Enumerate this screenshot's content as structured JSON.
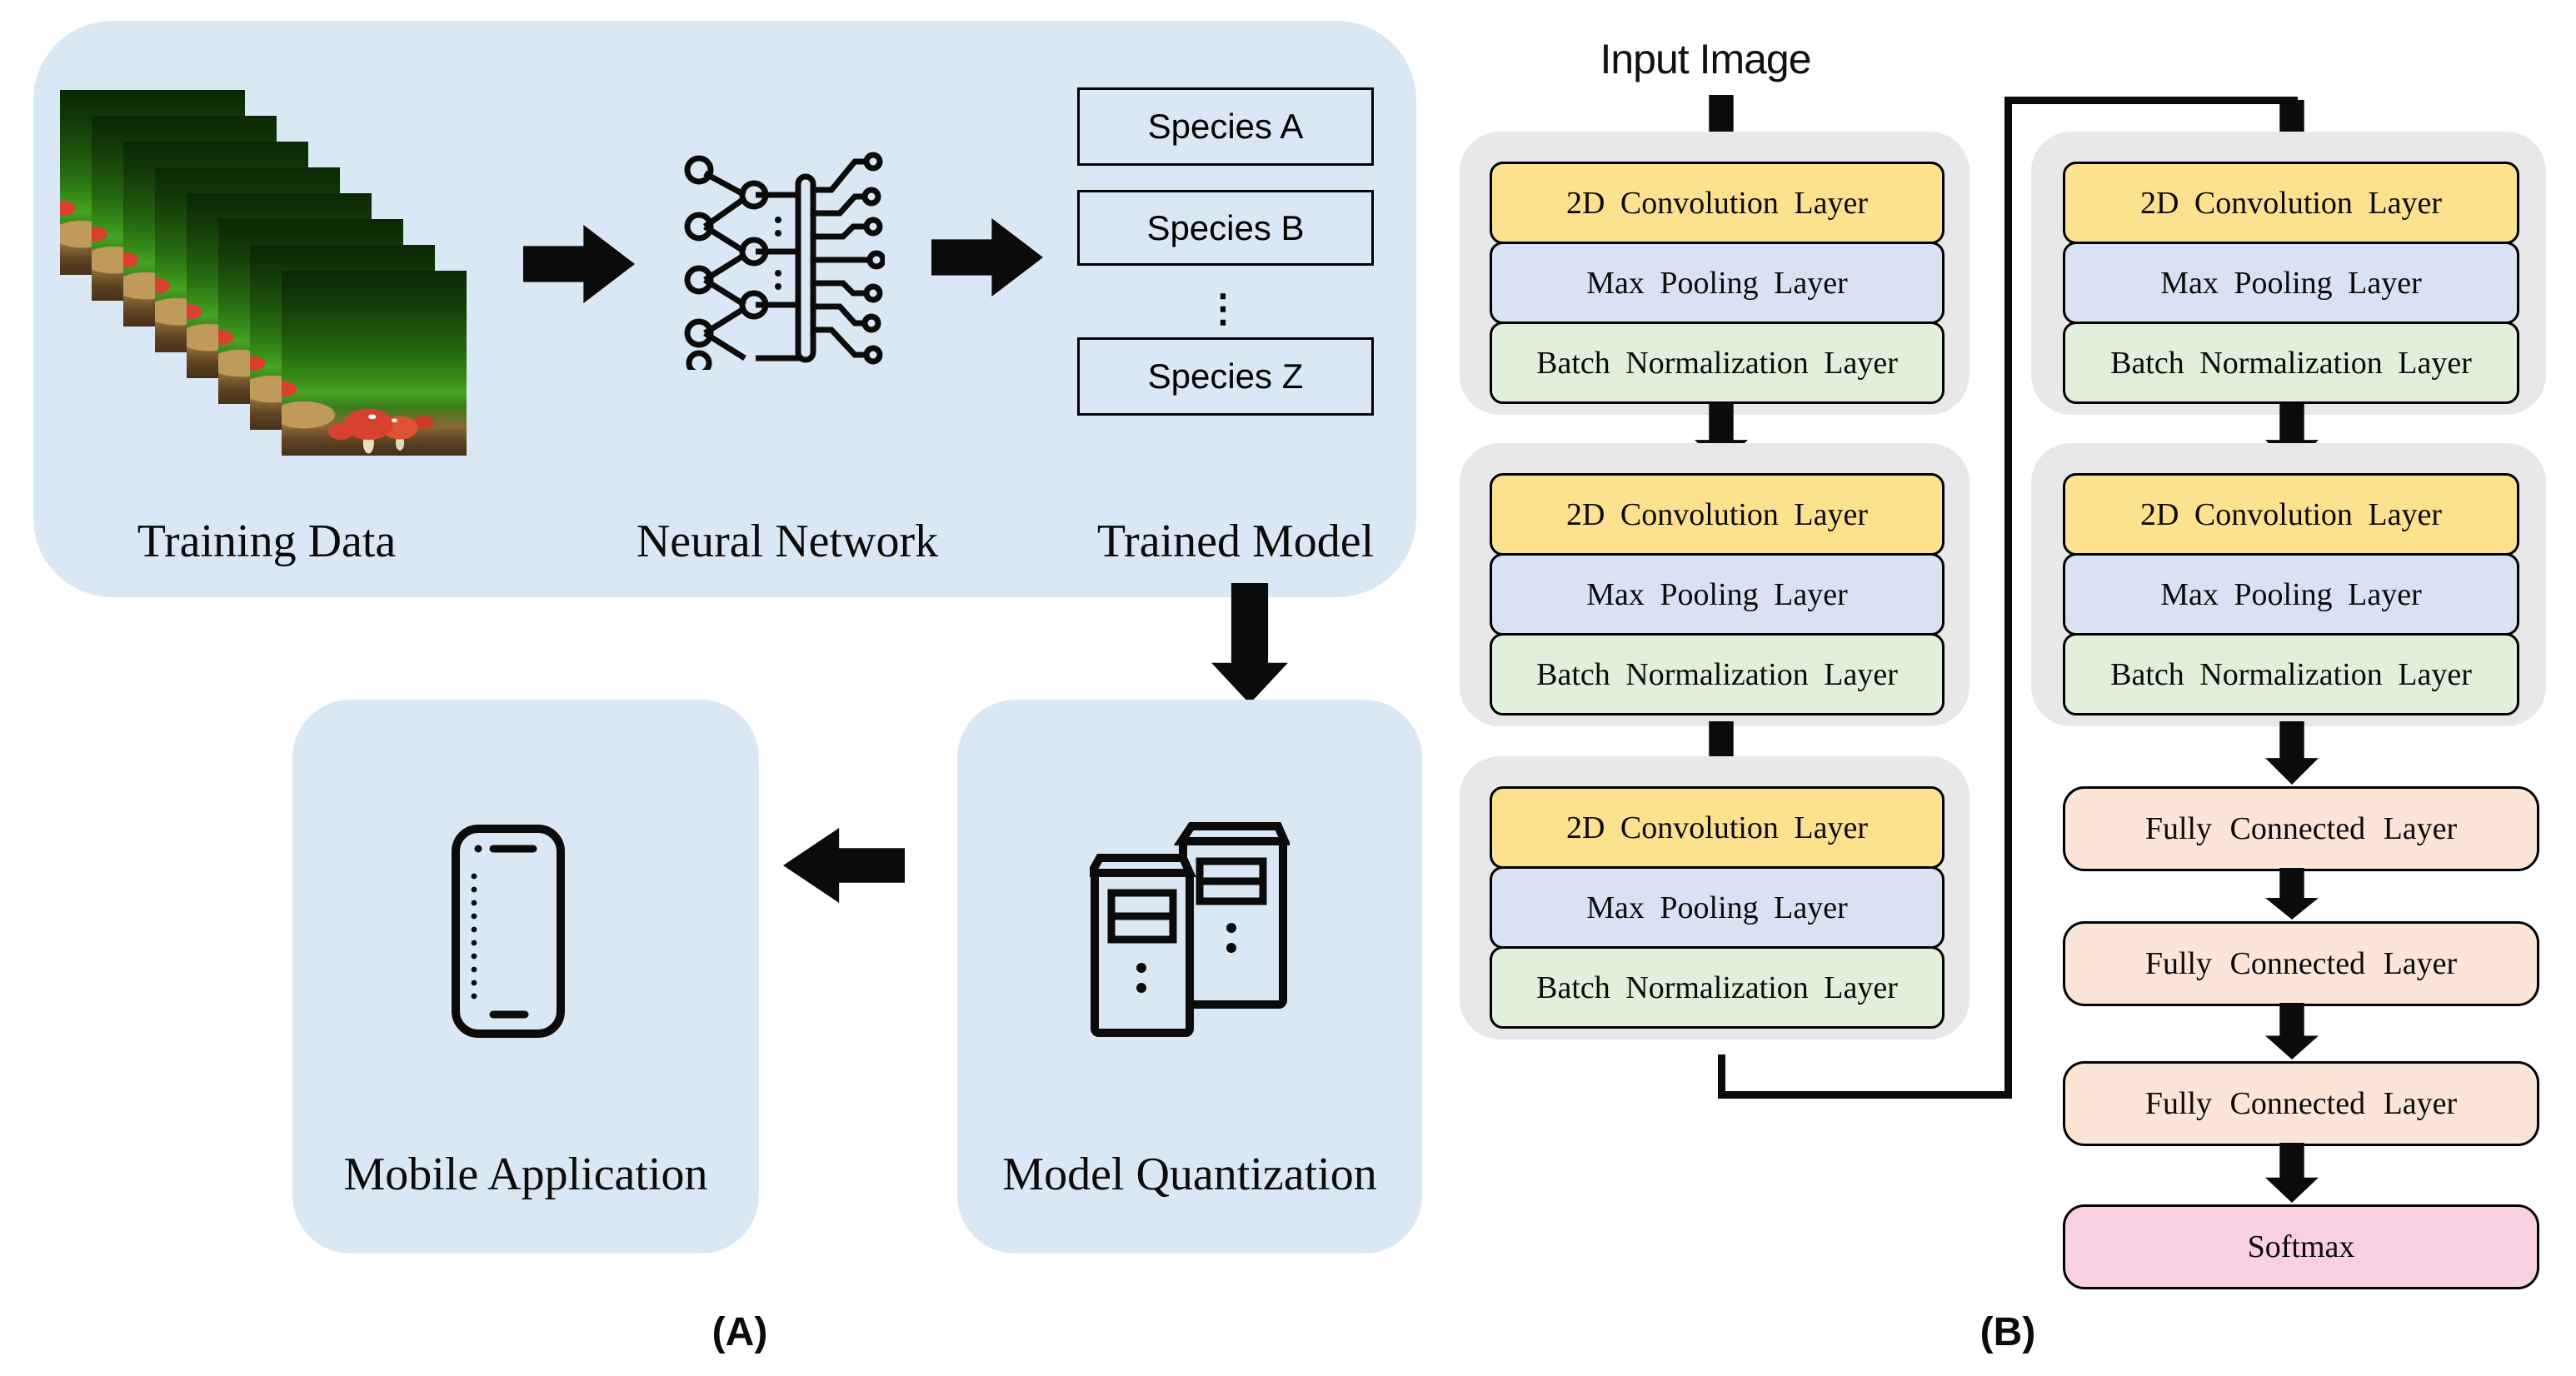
{
  "figure": {
    "type": "two-panel workflow and CNN architecture diagram"
  },
  "panel_a": {
    "caption": "(A)",
    "training_data_label": "Training Data",
    "neural_network_label": "Neural Network",
    "trained_model_label": "Trained Model",
    "model_quantization_label": "Model Quantization",
    "mobile_application_label": "Mobile Application",
    "species_boxes": [
      "Species A",
      "Species B",
      "Species Z"
    ],
    "species_ellipsis": "⋮",
    "training_images_count": 8,
    "icons": [
      "mushroom-photos-stack",
      "neural-network-icon",
      "server-towers-icon",
      "smartphone-icon"
    ]
  },
  "panel_b": {
    "caption": "(B)",
    "input_label": "Input Image",
    "conv_layers": [
      "2D Convolution Layer",
      "Max Pooling Layer",
      "Batch Normalization Layer"
    ],
    "conv_blocks_left_column": 3,
    "conv_blocks_right_column": 2,
    "fully_connected_label": "Fully Connected Layer",
    "fully_connected_count": 3,
    "softmax_label": "Softmax"
  },
  "colors": {
    "panel_background": "#DAE8F5",
    "block_container_gray": "#E9E8E8",
    "convolution_yellow": "#FCE28F",
    "max_pooling_blue": "#D9E2F3",
    "batch_norm_green": "#E1F0DB",
    "fully_connected_peach": "#FBE5D6",
    "softmax_pink": "#F9D0E2",
    "arrow_black": "#0B0B0B"
  }
}
